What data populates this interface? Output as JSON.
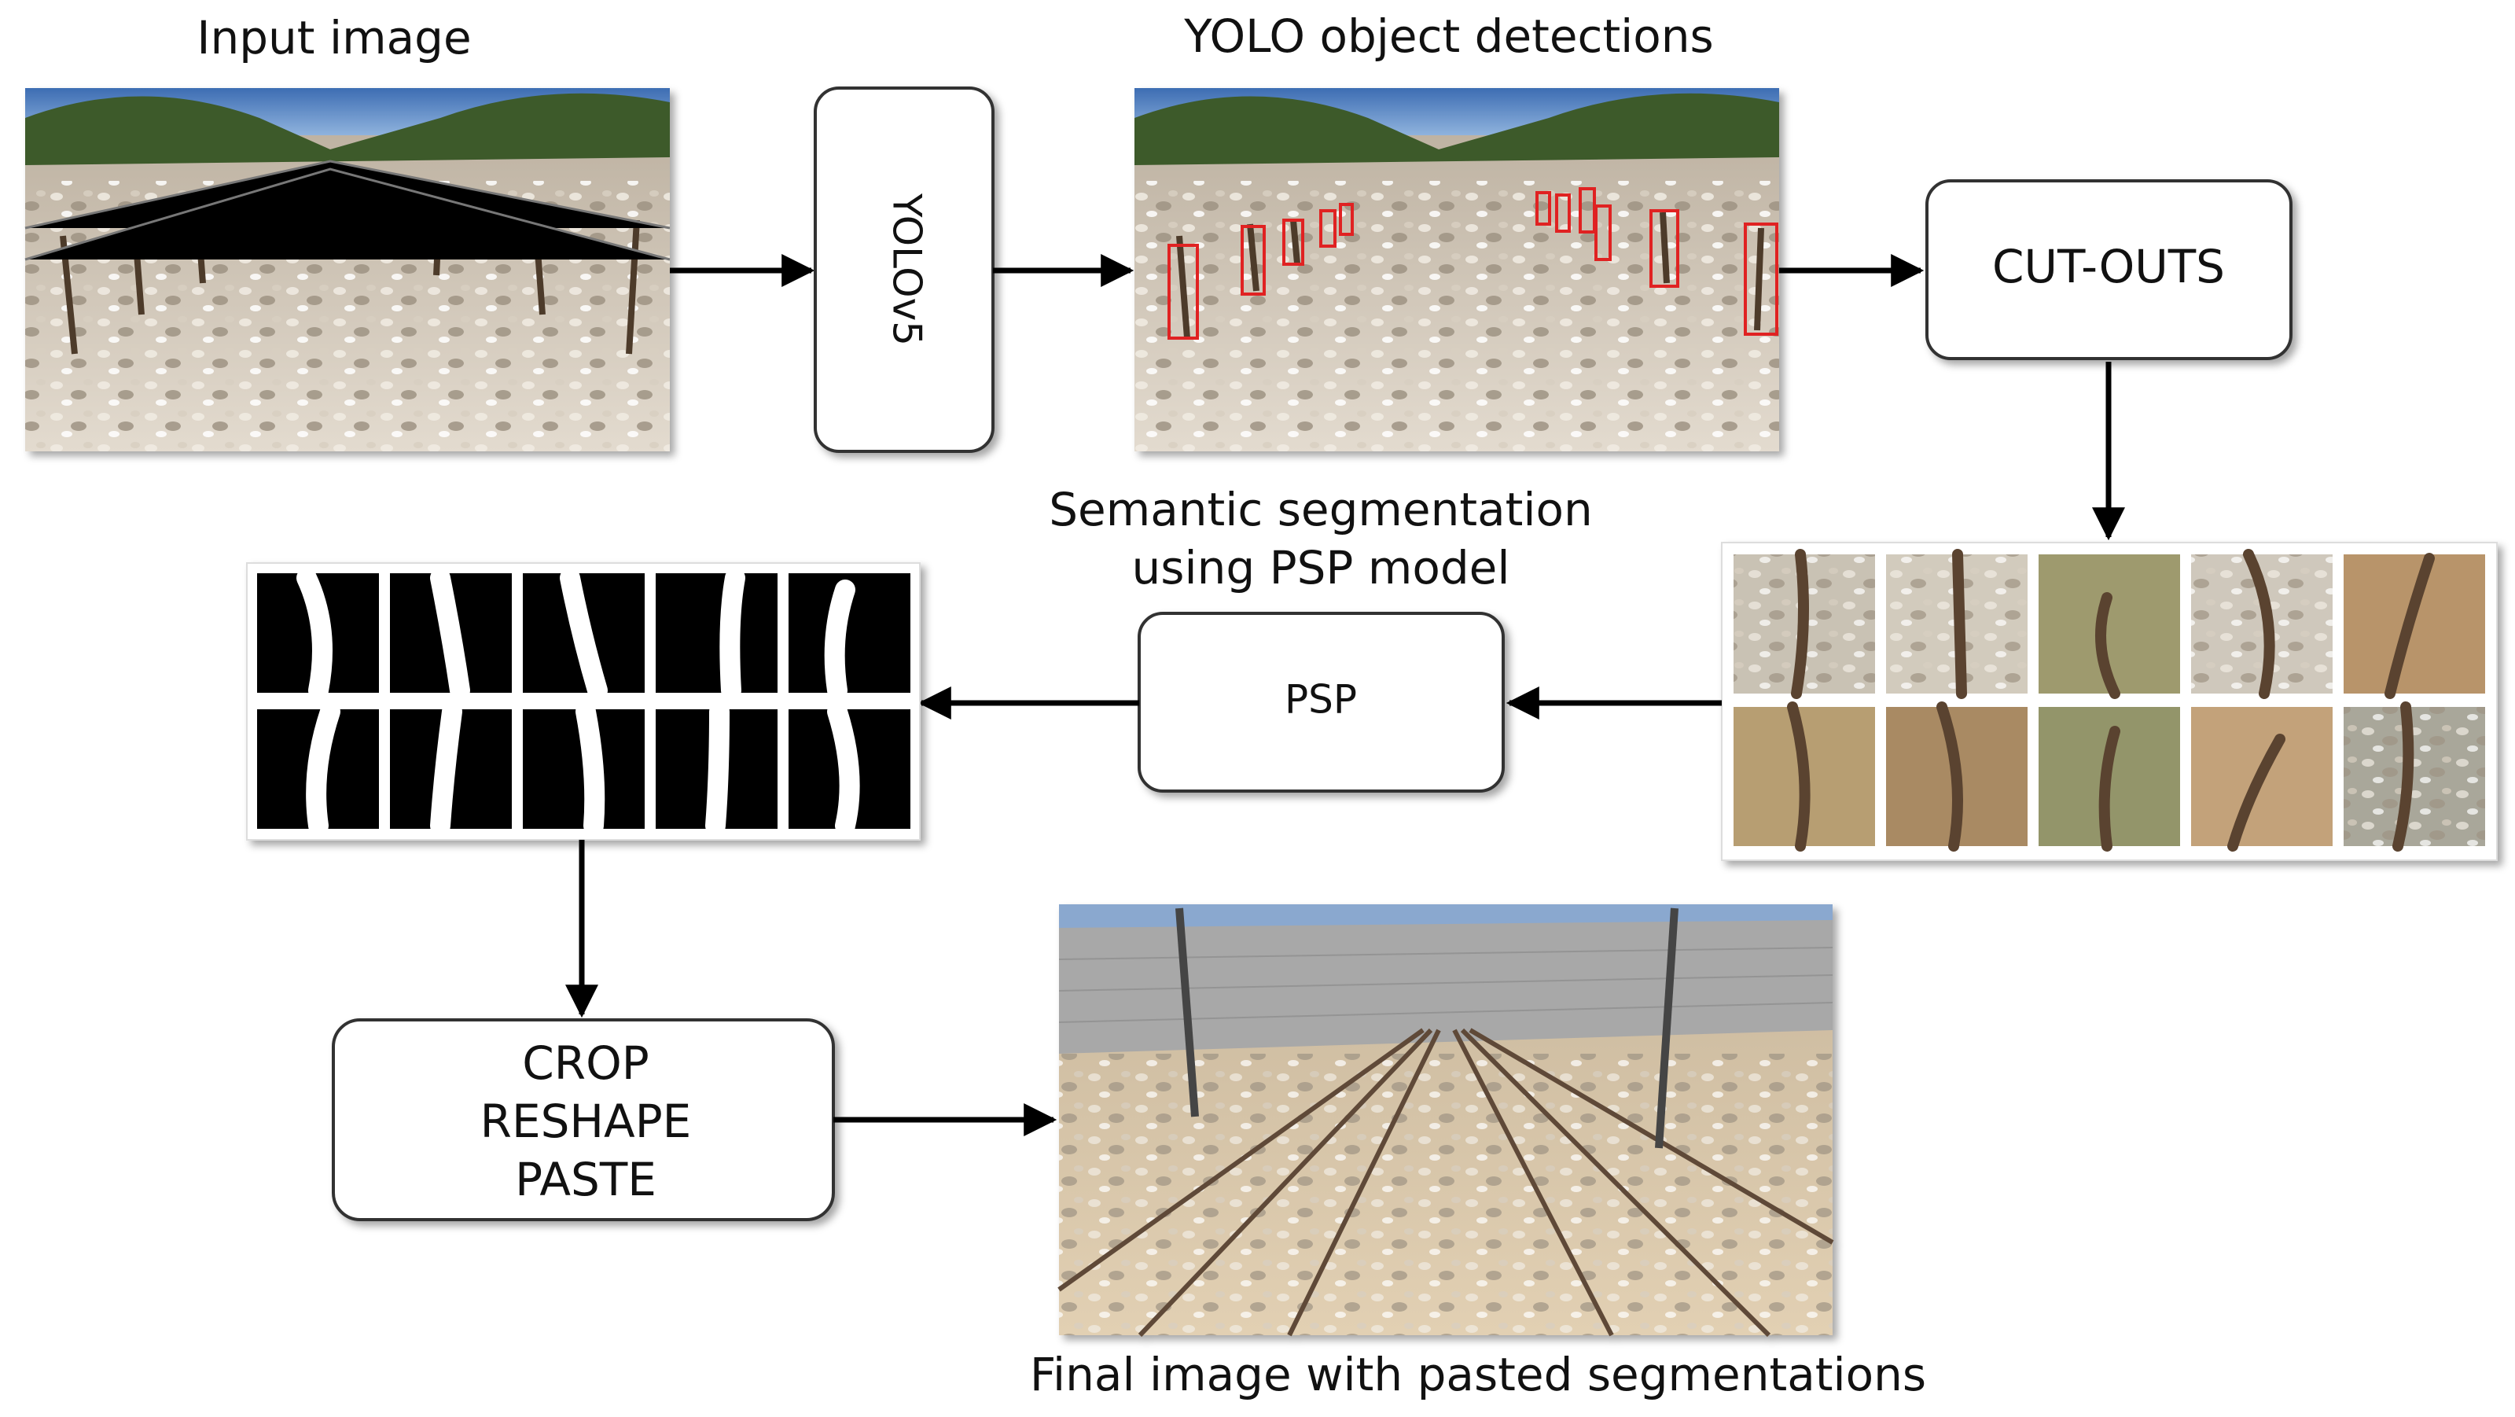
{
  "labels": {
    "input_image": "Input image",
    "yolo_detections": "YOLO object detections",
    "semantic_line1": "Semantic segmentation",
    "semantic_line2": "using PSP model",
    "final_image": "Final image with pasted segmentations"
  },
  "boxes": {
    "yolo": "YOLOv5",
    "cutouts": "CUT-OUTS",
    "psp": "PSP",
    "crop_line1": "CROP",
    "crop_line2": "RESHAPE",
    "crop_line3": "PASTE"
  },
  "colors": {
    "sky": "#4a78b8",
    "hill": "#3c5a2c",
    "stones": "#cfc6b8",
    "vine": "#5a4330",
    "detection": "#e02020",
    "mask_fg": "#ffffff",
    "mask_bg": "#000000"
  }
}
